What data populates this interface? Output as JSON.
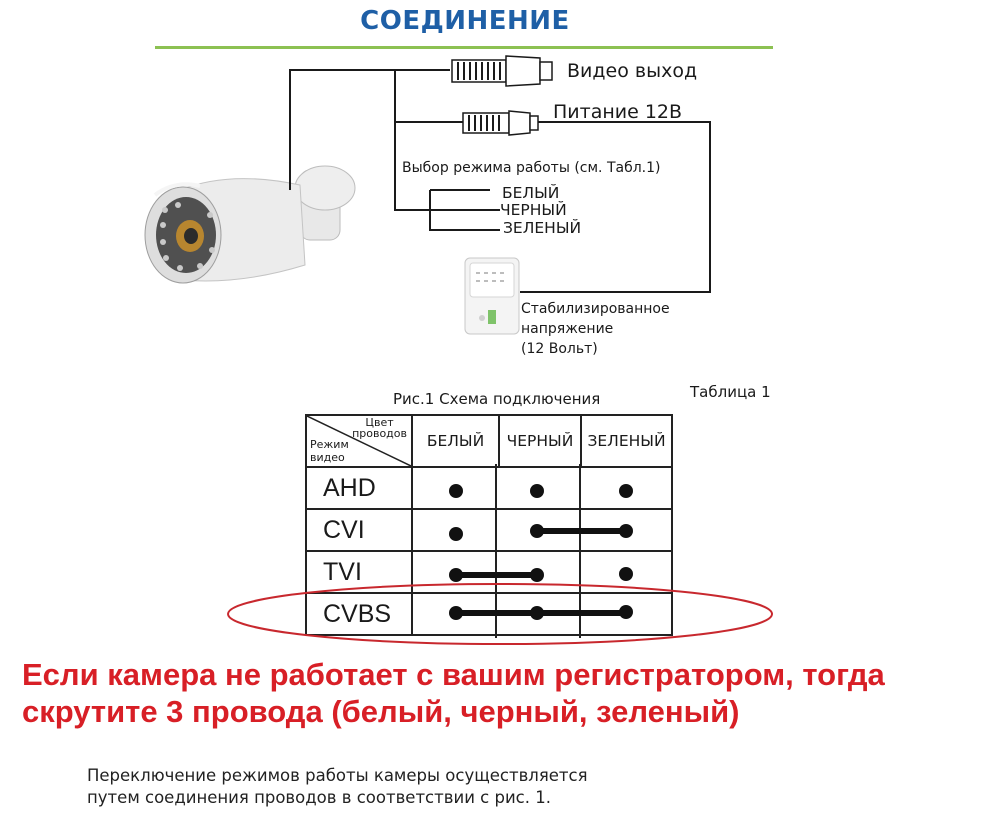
{
  "header": {
    "title": "СОЕДИНЕНИЕ"
  },
  "diagram": {
    "video_out_label": "Видео выход",
    "power_label": "Питание 12В",
    "mode_select_label": "Выбор режима работы (см. Табл.1)",
    "wires": [
      "БЕЛЫЙ",
      "ЧЕРНЫЙ",
      "ЗЕЛЕНЫЙ"
    ],
    "psu_label_lines": [
      "Стабилизированное",
      "напряжение",
      "(12 Вольт)"
    ],
    "caption": "Рис.1 Схема подключения"
  },
  "table": {
    "number_label": "Таблица 1",
    "corner_top": [
      "Цвет",
      "проводов"
    ],
    "corner_bottom": [
      "Режим",
      "видео"
    ],
    "columns": [
      "БЕЛЫЙ",
      "ЧЕРНЫЙ",
      "ЗЕЛЕНЫЙ"
    ],
    "rows": [
      {
        "mode": "AHD",
        "pattern": "separate"
      },
      {
        "mode": "CVI",
        "pattern": "black+green"
      },
      {
        "mode": "TVI",
        "pattern": "white+black"
      },
      {
        "mode": "CVBS",
        "pattern": "all"
      }
    ],
    "highlight_color": "#c8282e"
  },
  "warning": {
    "line1": "Если камера не работает с вашим регистратором, тогда",
    "line2": "скрутите 3 провода (белый, черный, зеленый)",
    "color": "#d81f26"
  },
  "note": {
    "line1": "Переключение режимов работы камеры осуществляется",
    "line2": "путем соединения проводов в соответствии с рис. 1."
  },
  "colors": {
    "title": "#1e5fa6",
    "rule": "#8cc152",
    "wire": "#1a1a1a"
  }
}
